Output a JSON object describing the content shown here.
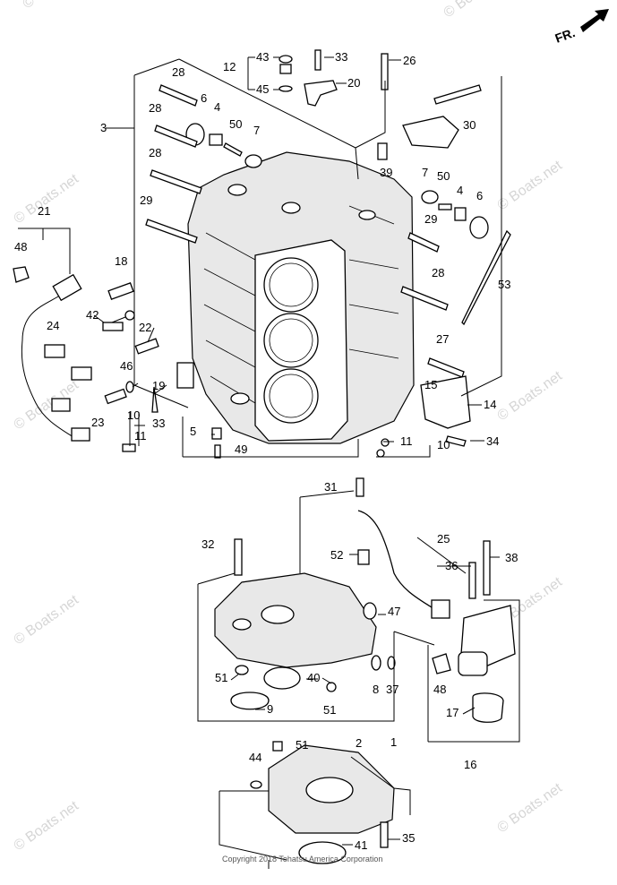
{
  "direction_indicator": {
    "label": "FR."
  },
  "watermark": {
    "text": "© Boats.net"
  },
  "copyright": "Copyright 2018 Tohatsu America Corporation",
  "callouts": [
    {
      "id": "c43",
      "label": "43"
    },
    {
      "id": "c12",
      "label": "12"
    },
    {
      "id": "c45",
      "label": "45"
    },
    {
      "id": "c33a",
      "label": "33"
    },
    {
      "id": "c20",
      "label": "20"
    },
    {
      "id": "c26",
      "label": "26"
    },
    {
      "id": "c28a",
      "label": "28"
    },
    {
      "id": "c6a",
      "label": "6"
    },
    {
      "id": "c4a",
      "label": "4"
    },
    {
      "id": "c3",
      "label": "3"
    },
    {
      "id": "c28b",
      "label": "28"
    },
    {
      "id": "c50a",
      "label": "50"
    },
    {
      "id": "c7a",
      "label": "7"
    },
    {
      "id": "c30",
      "label": "30"
    },
    {
      "id": "c28c",
      "label": "28"
    },
    {
      "id": "c39",
      "label": "39"
    },
    {
      "id": "c7b",
      "label": "7"
    },
    {
      "id": "c50b",
      "label": "50"
    },
    {
      "id": "c4b",
      "label": "4"
    },
    {
      "id": "c6b",
      "label": "6"
    },
    {
      "id": "c29a",
      "label": "29"
    },
    {
      "id": "c21",
      "label": "21"
    },
    {
      "id": "c29b",
      "label": "29"
    },
    {
      "id": "c48a",
      "label": "48"
    },
    {
      "id": "c18",
      "label": "18"
    },
    {
      "id": "c28d",
      "label": "28"
    },
    {
      "id": "c53",
      "label": "53"
    },
    {
      "id": "c24",
      "label": "24"
    },
    {
      "id": "c42",
      "label": "42"
    },
    {
      "id": "c22",
      "label": "22"
    },
    {
      "id": "c27",
      "label": "27"
    },
    {
      "id": "c46",
      "label": "46"
    },
    {
      "id": "c19",
      "label": "19"
    },
    {
      "id": "c15",
      "label": "15"
    },
    {
      "id": "c14",
      "label": "14"
    },
    {
      "id": "c23",
      "label": "23"
    },
    {
      "id": "c33b",
      "label": "33"
    },
    {
      "id": "c10a",
      "label": "10"
    },
    {
      "id": "c11a",
      "label": "11"
    },
    {
      "id": "c5",
      "label": "5"
    },
    {
      "id": "c49",
      "label": "49"
    },
    {
      "id": "c11b",
      "label": "11"
    },
    {
      "id": "c34",
      "label": "34"
    },
    {
      "id": "c10b",
      "label": "10"
    },
    {
      "id": "c31",
      "label": "31"
    },
    {
      "id": "c25",
      "label": "25"
    },
    {
      "id": "c32",
      "label": "32"
    },
    {
      "id": "c52",
      "label": "52"
    },
    {
      "id": "c38",
      "label": "38"
    },
    {
      "id": "c36",
      "label": "36"
    },
    {
      "id": "c47",
      "label": "47"
    },
    {
      "id": "c51a",
      "label": "51"
    },
    {
      "id": "c40",
      "label": "40"
    },
    {
      "id": "c8",
      "label": "8"
    },
    {
      "id": "c37",
      "label": "37"
    },
    {
      "id": "c48b",
      "label": "48"
    },
    {
      "id": "c9",
      "label": "9"
    },
    {
      "id": "c51b",
      "label": "51"
    },
    {
      "id": "c17",
      "label": "17"
    },
    {
      "id": "c1",
      "label": "1"
    },
    {
      "id": "c16",
      "label": "16"
    },
    {
      "id": "c2",
      "label": "2"
    },
    {
      "id": "c44",
      "label": "44"
    },
    {
      "id": "c51c",
      "label": "51"
    },
    {
      "id": "c35",
      "label": "35"
    },
    {
      "id": "c41",
      "label": "41"
    }
  ]
}
